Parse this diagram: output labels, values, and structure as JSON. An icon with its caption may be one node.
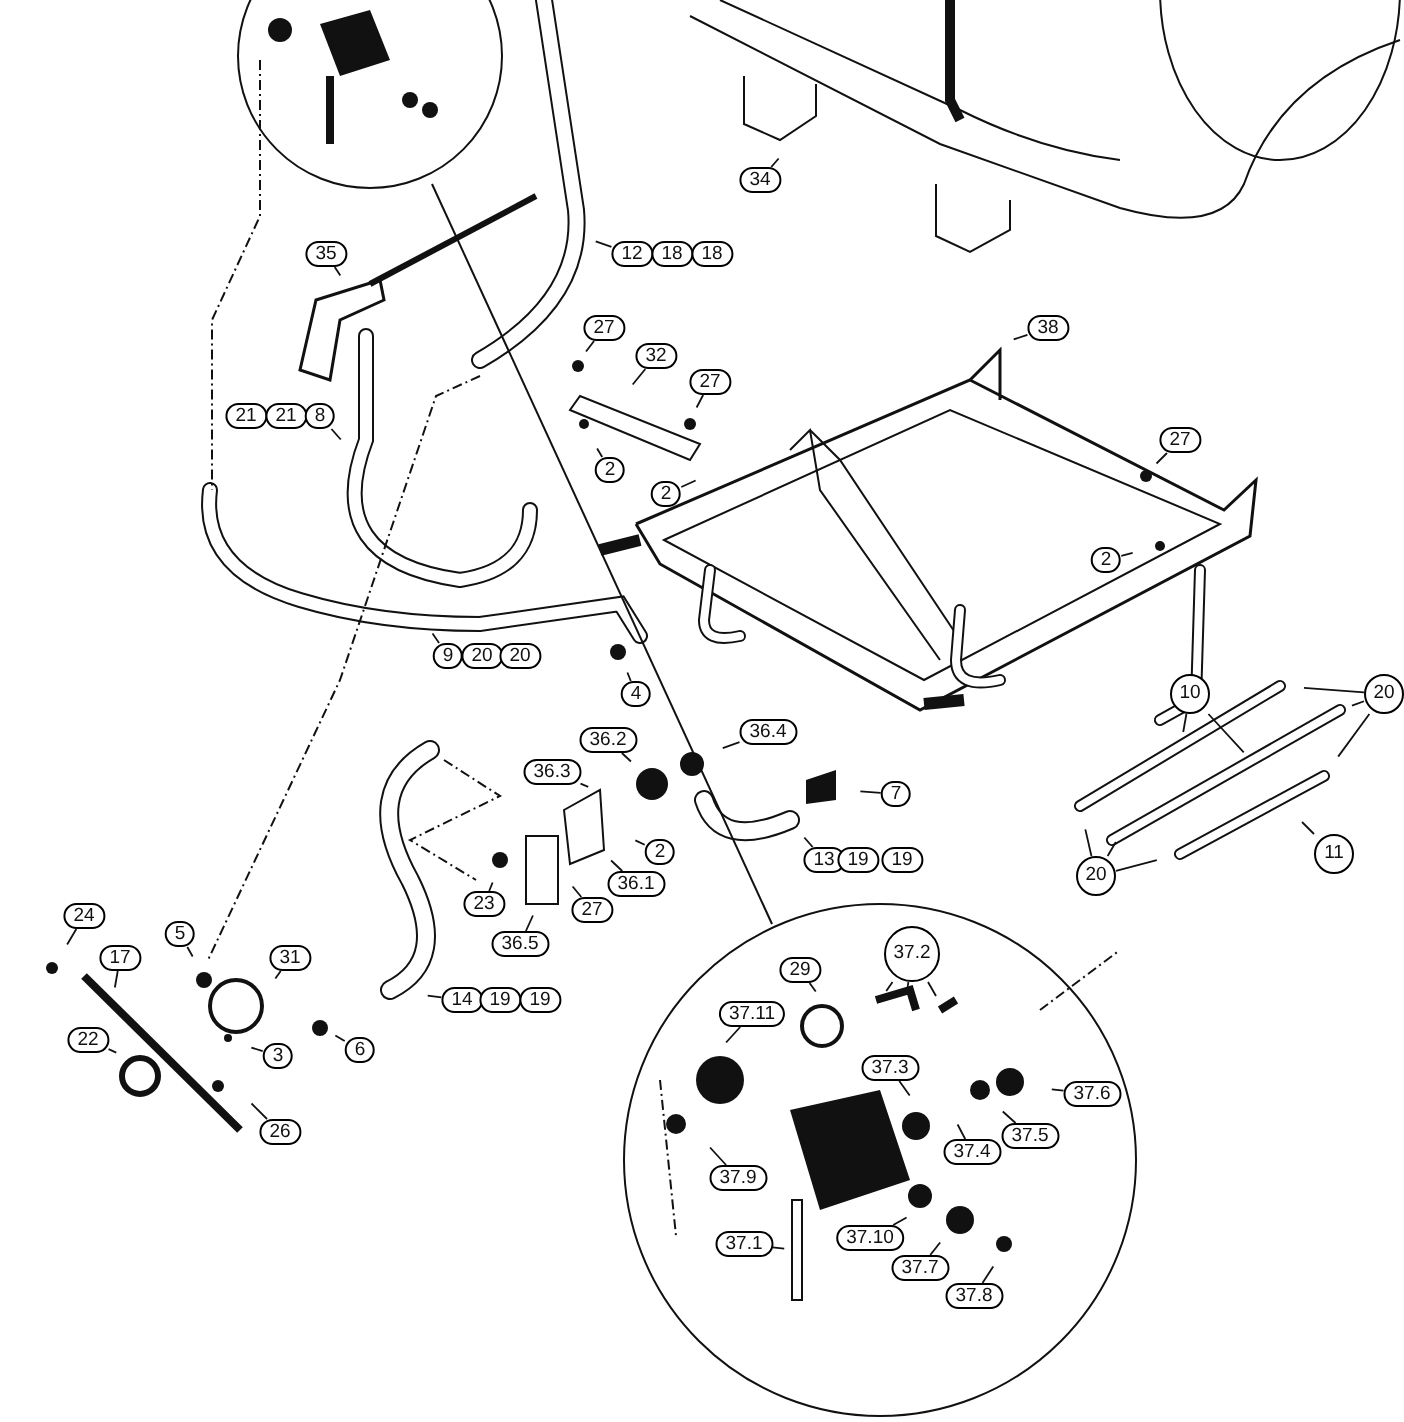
{
  "diagram": {
    "nodes": [
      {
        "text": [
          "34"
        ]
      },
      {
        "text": [
          "35"
        ]
      },
      {
        "text": [
          "12"
        ]
      },
      {
        "text": [
          "18"
        ]
      },
      {
        "text": [
          "18"
        ]
      },
      {
        "text": [
          "27"
        ]
      },
      {
        "text": [
          "38"
        ]
      },
      {
        "text": [
          "32"
        ]
      },
      {
        "text": [
          "27"
        ]
      },
      {
        "text": [
          "21"
        ]
      },
      {
        "text": [
          "21"
        ]
      },
      {
        "text": [
          "8"
        ]
      },
      {
        "text": [
          "27"
        ]
      },
      {
        "text": [
          "2"
        ]
      },
      {
        "text": [
          "2"
        ]
      },
      {
        "text": [
          "2"
        ]
      },
      {
        "text": [
          "9"
        ]
      },
      {
        "text": [
          "20"
        ]
      },
      {
        "text": [
          "20"
        ]
      },
      {
        "text": [
          "4"
        ]
      },
      {
        "text": [
          "10"
        ]
      },
      {
        "text": [
          "20"
        ]
      },
      {
        "text": [
          "36.4"
        ]
      },
      {
        "text": [
          "36.2"
        ]
      },
      {
        "text": [
          "36.3"
        ]
      },
      {
        "text": [
          "7"
        ]
      },
      {
        "text": [
          "11"
        ]
      },
      {
        "text": [
          "2"
        ]
      },
      {
        "text": [
          "13"
        ]
      },
      {
        "text": [
          "19"
        ]
      },
      {
        "text": [
          "19"
        ]
      },
      {
        "text": [
          "20"
        ]
      },
      {
        "text": [
          "36.1"
        ]
      },
      {
        "text": [
          "23"
        ]
      },
      {
        "text": [
          "27"
        ]
      },
      {
        "text": [
          "24"
        ]
      },
      {
        "text": [
          "5"
        ]
      },
      {
        "text": [
          "36.5"
        ]
      },
      {
        "text": [
          "17"
        ]
      },
      {
        "text": [
          "31"
        ]
      },
      {
        "text": [
          "37.2"
        ]
      },
      {
        "text": [
          "29"
        ]
      },
      {
        "text": [
          "14"
        ]
      },
      {
        "text": [
          "19"
        ]
      },
      {
        "text": [
          "19"
        ]
      },
      {
        "text": [
          "37.11"
        ]
      },
      {
        "text": [
          "22"
        ]
      },
      {
        "text": [
          "6"
        ]
      },
      {
        "text": [
          "3"
        ]
      },
      {
        "text": [
          "37.3"
        ]
      },
      {
        "text": [
          "37.6"
        ]
      },
      {
        "text": [
          "26"
        ]
      },
      {
        "text": [
          "37.5"
        ]
      },
      {
        "text": [
          "37.4"
        ]
      },
      {
        "text": [
          "37.9"
        ]
      },
      {
        "text": [
          "37.10"
        ]
      },
      {
        "text": [
          "37.1"
        ]
      },
      {
        "text": [
          "37.7"
        ]
      },
      {
        "text": [
          "37.8"
        ]
      }
    ],
    "edges": [
      {
        "from": 0,
        "to": null,
        "arrow": "none"
      },
      {
        "from": 1,
        "to": null,
        "arrow": "none"
      },
      {
        "from": 2,
        "to": null,
        "arrow": "none"
      },
      {
        "from": 5,
        "to": null,
        "arrow": "none"
      },
      {
        "from": 6,
        "to": null,
        "arrow": "none"
      },
      {
        "from": 7,
        "to": null,
        "arrow": "none"
      },
      {
        "from": 8,
        "to": null,
        "arrow": "none"
      },
      {
        "from": 11,
        "to": null,
        "arrow": "none"
      },
      {
        "from": 12,
        "to": null,
        "arrow": "none"
      },
      {
        "from": 13,
        "to": null,
        "arrow": "none"
      },
      {
        "from": 14,
        "to": null,
        "arrow": "none"
      },
      {
        "from": 15,
        "to": null,
        "arrow": "none"
      },
      {
        "from": 16,
        "to": null,
        "arrow": "none"
      },
      {
        "from": 19,
        "to": null,
        "arrow": "none"
      },
      {
        "from": 20,
        "to": null,
        "arrow": "none"
      },
      {
        "from": 20,
        "to": null,
        "arrow": "none"
      },
      {
        "from": 21,
        "to": null,
        "arrow": "none"
      },
      {
        "from": 21,
        "to": null,
        "arrow": "none"
      },
      {
        "from": 21,
        "to": null,
        "arrow": "none"
      },
      {
        "from": 22,
        "to": null,
        "arrow": "none"
      },
      {
        "from": 23,
        "to": null,
        "arrow": "none"
      },
      {
        "from": 24,
        "to": null,
        "arrow": "none"
      },
      {
        "from": 25,
        "to": null,
        "arrow": "none"
      },
      {
        "from": 26,
        "to": null,
        "arrow": "none"
      },
      {
        "from": 27,
        "to": null,
        "arrow": "none"
      },
      {
        "from": 28,
        "to": null,
        "arrow": "none"
      },
      {
        "from": 31,
        "to": null,
        "arrow": "none"
      },
      {
        "from": 31,
        "to": null,
        "arrow": "none"
      },
      {
        "from": 31,
        "to": null,
        "arrow": "none"
      },
      {
        "from": 32,
        "to": null,
        "arrow": "none"
      },
      {
        "from": 33,
        "to": null,
        "arrow": "none"
      },
      {
        "from": 34,
        "to": null,
        "arrow": "none"
      },
      {
        "from": 35,
        "to": null,
        "arrow": "none"
      },
      {
        "from": 36,
        "to": null,
        "arrow": "none"
      },
      {
        "from": 37,
        "to": null,
        "arrow": "none"
      },
      {
        "from": 38,
        "to": null,
        "arrow": "none"
      },
      {
        "from": 39,
        "to": null,
        "arrow": "none"
      },
      {
        "from": 40,
        "to": null,
        "arrow": "none"
      },
      {
        "from": 40,
        "to": null,
        "arrow": "none"
      },
      {
        "from": 40,
        "to": null,
        "arrow": "none"
      },
      {
        "from": 41,
        "to": null,
        "arrow": "none"
      },
      {
        "from": 42,
        "to": null,
        "arrow": "none"
      },
      {
        "from": 45,
        "to": null,
        "arrow": "none"
      },
      {
        "from": 46,
        "to": null,
        "arrow": "none"
      },
      {
        "from": 47,
        "to": null,
        "arrow": "none"
      },
      {
        "from": 48,
        "to": null,
        "arrow": "none"
      },
      {
        "from": 49,
        "to": null,
        "arrow": "none"
      },
      {
        "from": 50,
        "to": null,
        "arrow": "none"
      },
      {
        "from": 51,
        "to": null,
        "arrow": "none"
      },
      {
        "from": 52,
        "to": null,
        "arrow": "none"
      },
      {
        "from": 53,
        "to": null,
        "arrow": "none"
      },
      {
        "from": 54,
        "to": null,
        "arrow": "none"
      },
      {
        "from": 55,
        "to": null,
        "arrow": "none"
      },
      {
        "from": 56,
        "to": null,
        "arrow": "none"
      },
      {
        "from": 57,
        "to": null,
        "arrow": "none"
      },
      {
        "from": 58,
        "to": null,
        "arrow": "none"
      }
    ]
  }
}
